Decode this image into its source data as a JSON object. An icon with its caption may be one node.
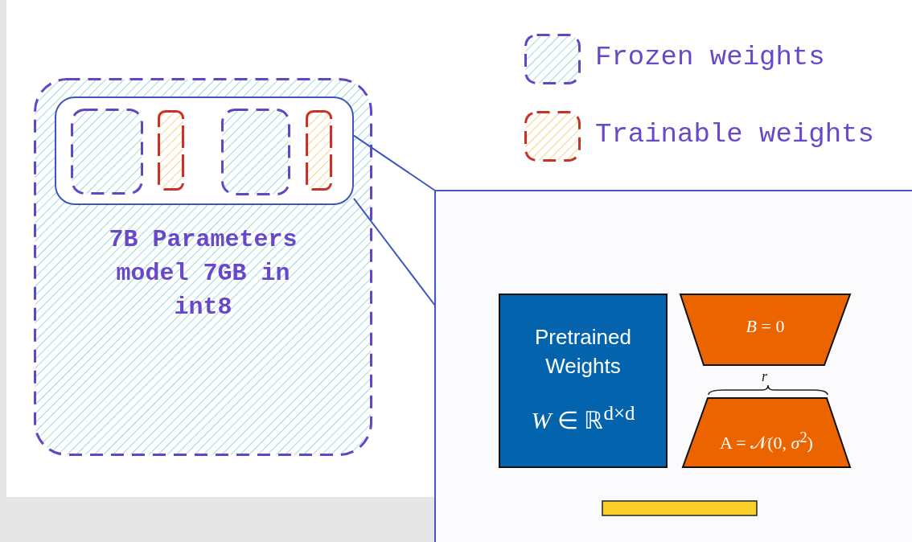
{
  "diagram": {
    "nodes": [
      {
        "text": [
          "7B Parameters model 7GB in int8"
        ]
      },
      {
        "text": [],
        "shape": "box",
        "in": 0
      },
      {
        "text": [],
        "shape": "box",
        "in": 1
      },
      {
        "text": [],
        "shape": "box",
        "in": 1
      },
      {
        "text": [],
        "shape": "box",
        "in": 1
      },
      {
        "text": [],
        "shape": "box",
        "in": 1
      },
      {
        "text": [],
        "shape": "box"
      },
      {
        "text": [
          "Pretrained Weights",
          "*W* ∈ ℝ$^{d×d}$"
        ],
        "in": 6
      },
      {
        "text": [
          "*B* = 0"
        ],
        "in": 6
      },
      {
        "text": [
          "A = 𝒩(0, *σ*$^{2}$)"
        ],
        "in": 6,
        "beside": [
          "*r*"
        ]
      },
      {
        "text": [],
        "shape": "bar",
        "in": 6
      }
    ],
    "edges": [
      {
        "from": 1,
        "to": 6,
        "arrow": "none"
      },
      {
        "from": 1,
        "to": 6,
        "arrow": "none"
      }
    ],
    "legend": [
      {
        "text": "Frozen weights"
      },
      {
        "text": "Trainable weights"
      }
    ]
  }
}
